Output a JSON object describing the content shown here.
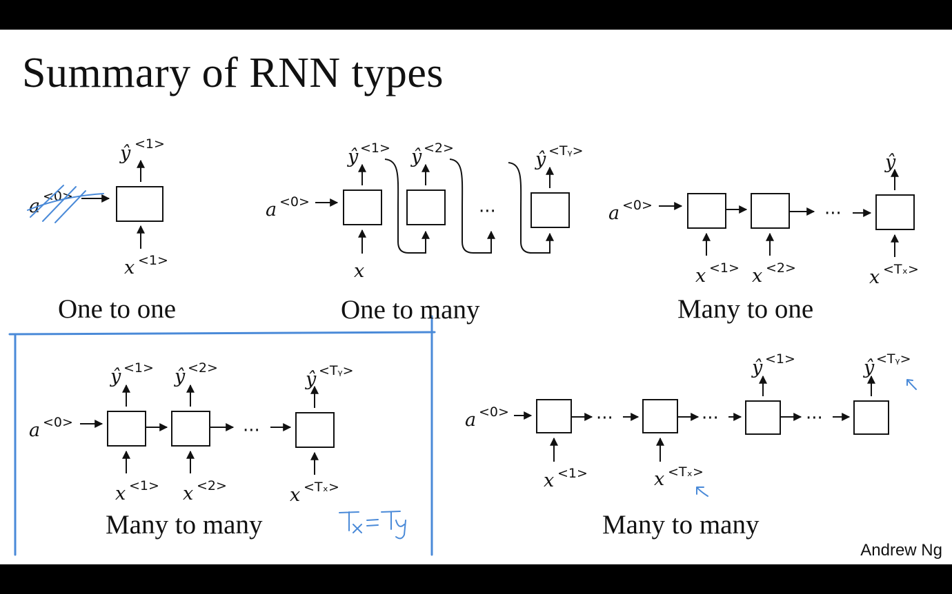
{
  "slide": {
    "title": "Summary of RNN types",
    "author": "Andrew Ng",
    "captions": {
      "one_to_one": "One to one",
      "one_to_many": "One to many",
      "many_to_one": "Many to one",
      "many_to_many_equal": "Many to many",
      "many_to_many_encdec": "Many to many"
    },
    "labels": {
      "a": "a",
      "x": "x",
      "y": "ŷ",
      "dots": "···",
      "s0": "<0>",
      "s1": "<1>",
      "s2": "<2>",
      "sTx": "<Tₓ>",
      "sTy": "<Tᵧ>"
    },
    "handwritten_note": "Tx = Ty",
    "colors": {
      "ink": "#4a8ad8",
      "background": "#ffffff",
      "frame": "#000000"
    }
  }
}
